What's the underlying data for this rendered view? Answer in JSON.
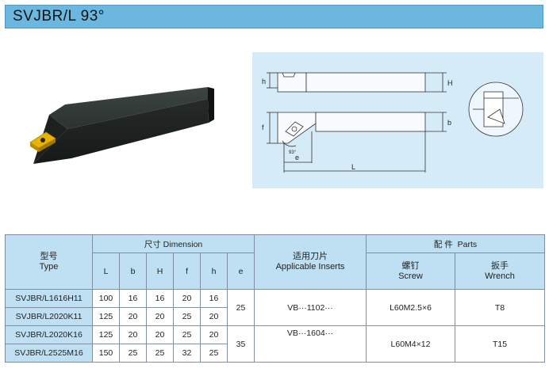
{
  "title": "SVJBR/L  93°",
  "drawing": {
    "dim_h": "h",
    "dim_H": "H",
    "dim_f": "f",
    "dim_b": "b",
    "dim_e": "e",
    "dim_L": "L",
    "angle": "93°"
  },
  "table": {
    "type_zh": "型号",
    "type_en": "Type",
    "dimension_zh": "尺寸",
    "dimension_en": "Dimension",
    "columns": [
      "L",
      "b",
      "H",
      "f",
      "h",
      "e"
    ],
    "inserts_zh": "适用刀片",
    "inserts_en": "Applicable Inserts",
    "parts_zh": "配 件",
    "parts_en": "Parts",
    "screw_zh": "螺钉",
    "screw_en": "Screw",
    "wrench_zh": "扳手",
    "wrench_en": "Wrench",
    "rows": [
      {
        "type": "SVJBR/L1616H11",
        "L": "100",
        "b": "16",
        "H": "16",
        "f": "20",
        "h": "16"
      },
      {
        "type": "SVJBR/L2020K11",
        "L": "125",
        "b": "20",
        "H": "20",
        "f": "25",
        "h": "20"
      },
      {
        "type": "SVJBR/L2020K16",
        "L": "125",
        "b": "20",
        "H": "20",
        "f": "25",
        "h": "20"
      },
      {
        "type": "SVJBR/L2525M16",
        "L": "150",
        "b": "25",
        "H": "25",
        "f": "32",
        "h": "25"
      }
    ],
    "groups": [
      {
        "e": "25",
        "insert": "VB···1102···",
        "screw": "L60M2.5×6",
        "wrench": "T8"
      },
      {
        "e": "35",
        "insert": "VB···1604···",
        "screw": "L60M4×12",
        "wrench": "T15"
      }
    ]
  },
  "colors": {
    "title_bar": "#6bb7df",
    "table_header": "#bfe0f2",
    "insert": "#e8b400"
  }
}
